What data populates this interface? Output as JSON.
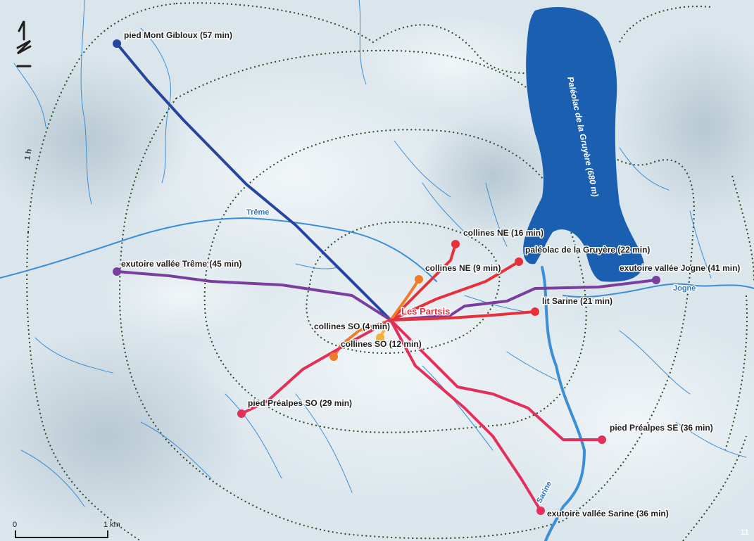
{
  "map": {
    "site_label": "Les Partsis",
    "isochrone_label": "1 h",
    "north_icon": "north-arrow-icon",
    "scale": {
      "start_label": "0",
      "end_label": "1 km"
    },
    "figure_number": "11",
    "lake": {
      "label": "Paléolac de la Gruyère (680 m)"
    },
    "rivers": [
      {
        "name": "Trême"
      },
      {
        "name": "Jogne"
      },
      {
        "name": "Sarine"
      }
    ],
    "destinations": [
      {
        "label": "pied Mont Gibloux (57 min)",
        "color": "#2445a0"
      },
      {
        "label": "exutoire vallée Trême (45 min)",
        "color": "#7a3f9e"
      },
      {
        "label": "exutoire vallée Jogne (41 min)",
        "color": "#7a3f9e"
      },
      {
        "label": "paléolac de la Gruyère (22 min)",
        "color": "#e8303a"
      },
      {
        "label": "collines NE (16 min)",
        "color": "#e8303a"
      },
      {
        "label": "collines NE (9 min)",
        "color": "#f07c2a"
      },
      {
        "label": "lit Sarine (21 min)",
        "color": "#e8303a"
      },
      {
        "label": "collines SO (4 min)",
        "color": "#f2b23a"
      },
      {
        "label": "collines SO (12 min)",
        "color": "#f07c2a"
      },
      {
        "label": "pied Préalpes SO (29 min)",
        "color": "#e3305a"
      },
      {
        "label": "pied Préalpes SE (36 min)",
        "color": "#e3305a"
      },
      {
        "label": "exutoire vallée Sarine (36 min)",
        "color": "#e3305a"
      }
    ],
    "colors": {
      "background": "#dfe9ee",
      "water": "#1a5fb0",
      "river": "#3a8fd6",
      "isochrone": "#2a4a20"
    }
  }
}
